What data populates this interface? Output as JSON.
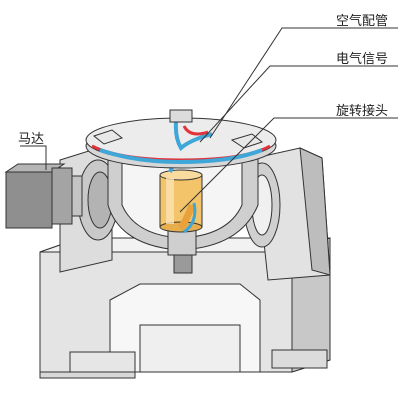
{
  "labels": {
    "air_pipe": "空气配管",
    "electric_signal": "电气信号",
    "rotary_joint": "旋转接头",
    "motor": "马达"
  },
  "colors": {
    "frame_light": "#ececec",
    "frame_mid": "#d2d2d2",
    "frame_dark": "#a9a9a9",
    "outline": "#333333",
    "motor": "#8f8f8f",
    "joint": "#f4c46a",
    "air_pipe": "#3fa6d8",
    "signal_wire": "#e0333a"
  }
}
